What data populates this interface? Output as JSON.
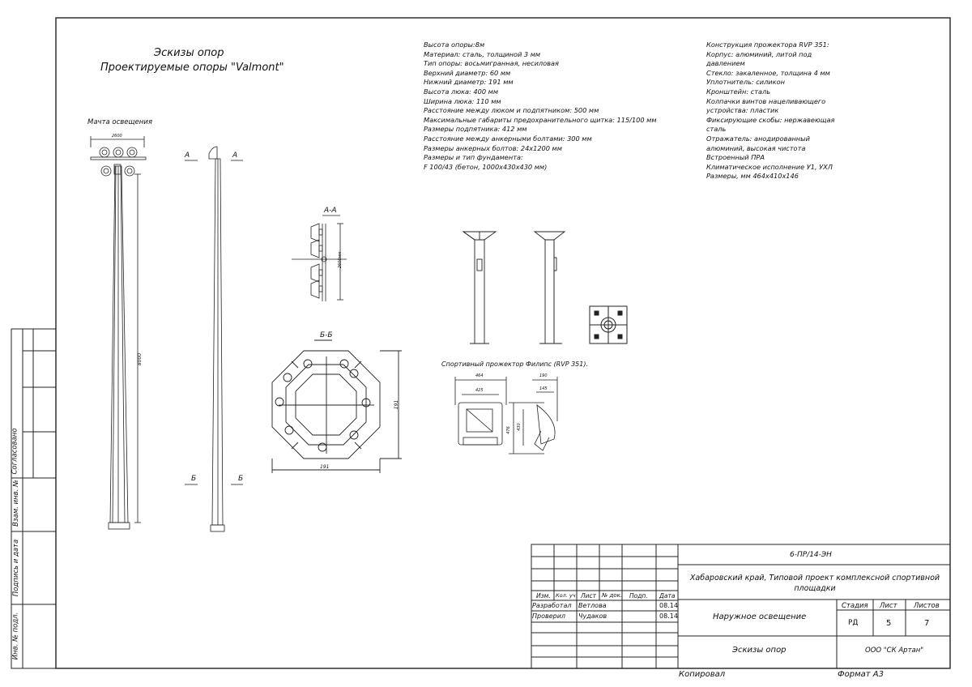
{
  "sheet_title": {
    "line1": "Эскизы опор",
    "line2": "Проектируемые опоры \"Valmont\""
  },
  "mast_caption": "Мачта освещения",
  "section_marks": {
    "a": "А",
    "b": "Б",
    "aa": "А-А",
    "bb": "Б-Б"
  },
  "dimensions": {
    "mast_height": "8000",
    "mast_top_width": "2600",
    "aa_height": "2600мм",
    "flange_width": "191",
    "flange_height": "191",
    "proj_width_outer": "464",
    "proj_width_inner": "425",
    "proj_depth_outer": "190",
    "proj_depth_inner": "145",
    "proj_height_outer": "476",
    "proj_height_inner": "430"
  },
  "projector_caption": "Спортивный прожектор Филипс (RVP 351).",
  "pole_specs": [
    "Высота опоры:8м",
    "Материал: сталь, толщиной 3 мм",
    "Тип опоры: восьмигранная, несиловая",
    "Верхний диаметр: 60 мм",
    "Нижний диаметр: 191 мм",
    "Высота люка: 400 мм",
    "Ширина люка: 110 мм",
    "Расстояние между люком и подпятником: 500 мм",
    "Максимальные габариты предохранительного щитка: 115/100 мм",
    "Размеры подпятника: 412 мм",
    "Расстояние между анкерными болтами: 300 мм",
    "Размеры анкерных болтов: 24х1200 мм",
    "Размеры и тип фундамента:",
    "F 100/43 (бетон, 1000х430х430 мм)"
  ],
  "projector_specs": [
    "Конструкция прожектора RVP 351:",
    "Корпус: алюминий, литой под",
    "давлением",
    "Стекло: закаленное, толщина 4 мм",
    "Уплотнитель: силикон",
    "Кронштейн: сталь",
    "Колпачки винтов нацеливающего",
    "устройства: пластик",
    "Фиксирующие скобы: нержавеющая",
    "сталь",
    "Отражатель: анодированный",
    "алюминий, высокая чистота",
    "Встроенный ПРА",
    "Климатическое исполнение У1, УХЛ",
    "Размеры, мм 464х410х146"
  ],
  "side_stamp": {
    "agreed": "Согласовано",
    "inv_sub": "Взам. инв. №",
    "sign_date": "Подпись и дата",
    "inv_orig": "Инв. № подл."
  },
  "title_block": {
    "code": "6-ПР/14-ЭН",
    "project": "Хабаровский край, Типовой проект комплексной спортивной площадки",
    "section": "Наружное освещение",
    "sheet_name": "Эскизы опор",
    "company": "ООО \"СК Артан\"",
    "headers": {
      "izm": "Изм.",
      "kol": "Кол. уч",
      "list": "Лист",
      "doc": "№ док.",
      "sign": "Подп.",
      "date": "Дата"
    },
    "stage_label": "Стадия",
    "sheet_label": "Лист",
    "sheets_label": "Листов",
    "stage": "РД",
    "sheet": "5",
    "sheets": "7",
    "rows": [
      {
        "role": "Разработал",
        "name": "Ветлова",
        "date": "08.14"
      },
      {
        "role": "Проверил",
        "name": "Чудаков",
        "date": "08.14"
      }
    ]
  },
  "footer": {
    "copied": "Копировал",
    "format": "Формат А3"
  }
}
